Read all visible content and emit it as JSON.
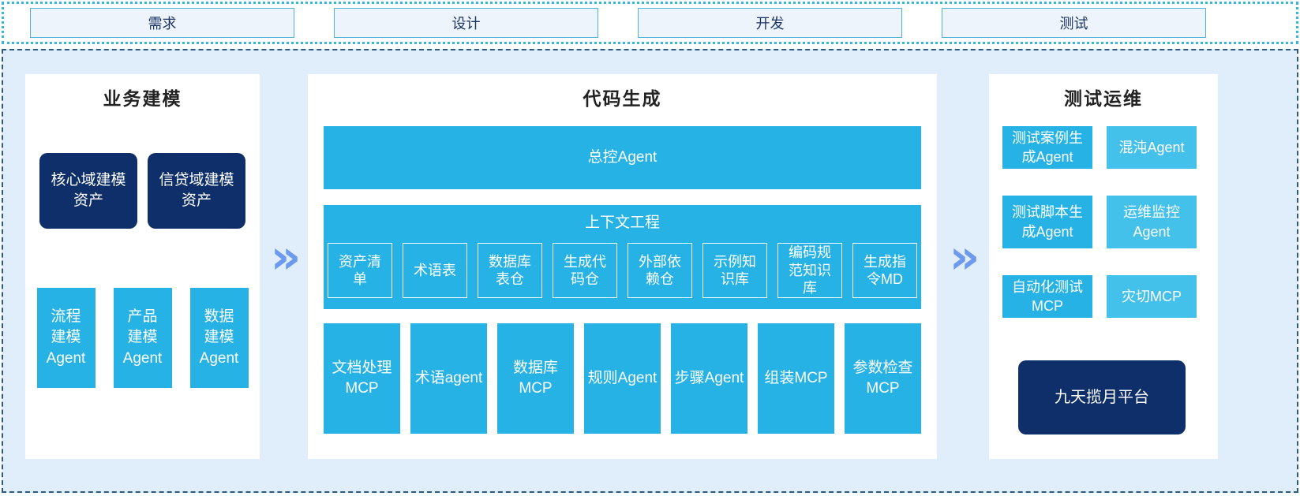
{
  "phases": [
    {
      "label": "需求"
    },
    {
      "label": "设计"
    },
    {
      "label": "开发"
    },
    {
      "label": "测试"
    }
  ],
  "arrow": {
    "glyph": "»"
  },
  "panels": {
    "business_modeling": {
      "title": "业务建模",
      "asset_boxes": [
        "核心域建模资产",
        "信贷域建模资产"
      ],
      "agent_boxes": [
        "流程建模Agent",
        "产品建模Agent",
        "数据建模Agent"
      ]
    },
    "code_generation": {
      "title": "代码生成",
      "master_agent": "总控Agent",
      "context_engineering": {
        "title": "上下文工程",
        "items": [
          "资产清单",
          "术语表",
          "数据库表仓",
          "生成代码仓",
          "外部依赖仓",
          "示例知识库",
          "编码规范知识库",
          "生成指令MD"
        ]
      },
      "tools": [
        "文档处理MCP",
        "术语agent",
        "数据库MCP",
        "规则Agent",
        "步骤Agent",
        "组装MCP",
        "参数检查MCP"
      ]
    },
    "test_ops": {
      "title": "测试运维",
      "boxes": [
        "测试案例生成Agent",
        "混沌Agent",
        "测试脚本生成Agent",
        "运维监控Agent",
        "自动化测试MCP",
        "灾切MCP"
      ],
      "platform": "九天揽月平台"
    }
  },
  "colors": {
    "cyan": "#27b2e6",
    "cyan_light": "#43c1eb",
    "navy": "#0e2f69",
    "container_bg": "#dfeefa",
    "phase_fill": "#edf4fb",
    "phase_border": "#4fb3d9",
    "strip_border": "#35b6dd",
    "main_border": "#2b5a82",
    "arrow": "#6d99ef"
  }
}
